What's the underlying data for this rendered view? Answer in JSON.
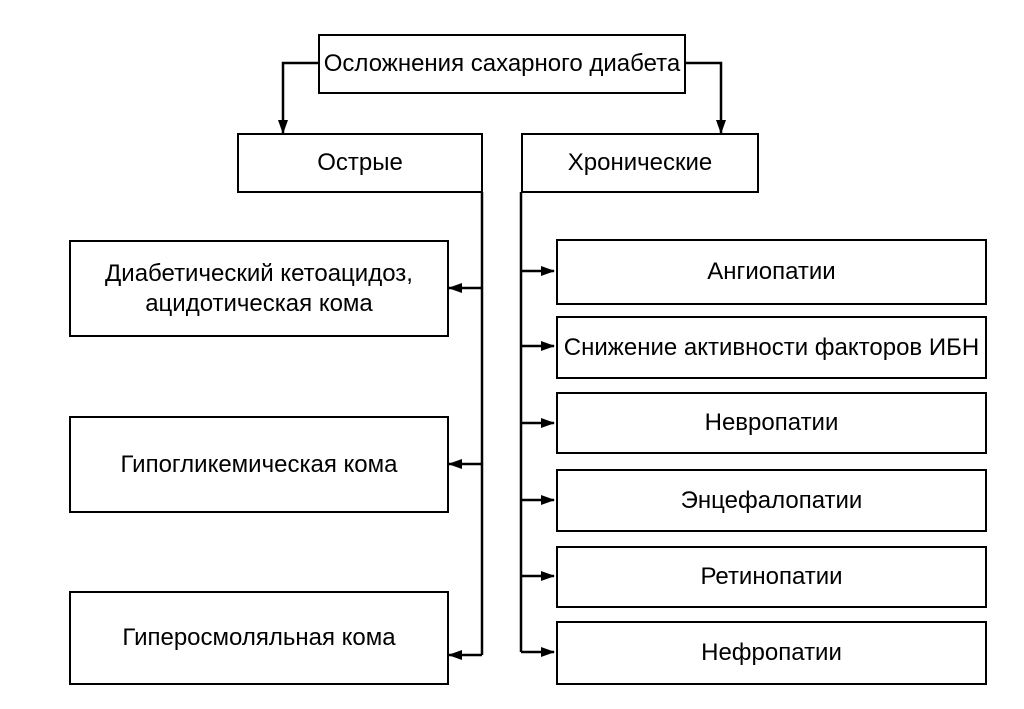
{
  "root": {
    "label": "Осложнения сахарного диабета"
  },
  "acute": {
    "label": "Острые",
    "items": [
      {
        "label": "Диабетический кетоацидоз,\nацидотическая кома"
      },
      {
        "label": "Гипогликемическая кома"
      },
      {
        "label": "Гиперосмоляльная кома"
      }
    ]
  },
  "chronic": {
    "label": "Хронические",
    "items": [
      {
        "label": "Ангиопатии"
      },
      {
        "label": "Снижение активности факторов ИБН"
      },
      {
        "label": "Невропатии"
      },
      {
        "label": "Энцефалопатии"
      },
      {
        "label": "Ретинопатии"
      },
      {
        "label": "Нефропатии"
      }
    ]
  }
}
